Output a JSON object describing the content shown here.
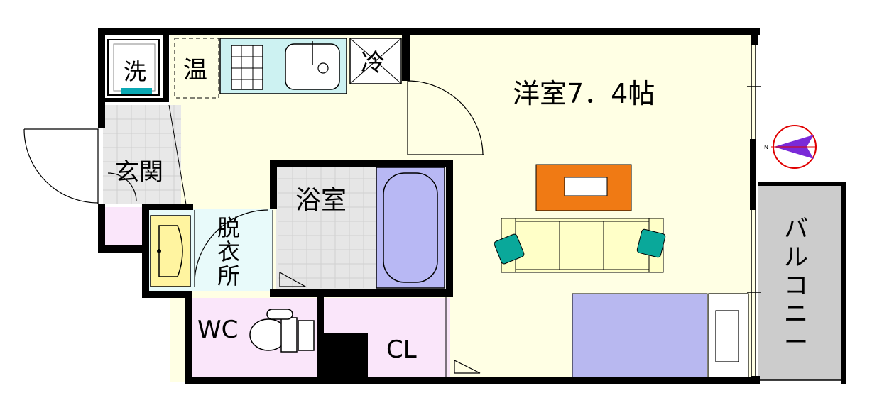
{
  "rooms": {
    "western_room": "洋室7．4帖",
    "bathroom": "浴室",
    "dressing_room": [
      "脱",
      "衣",
      "所"
    ],
    "entrance": "玄関",
    "toilet": "WC",
    "closet": "CL",
    "balcony": [
      "バ",
      "ル",
      "コ",
      "ニ",
      "ー"
    ]
  },
  "fixtures": {
    "washer": "洗",
    "water_heater": "温",
    "refrigerator": "冷"
  },
  "compass": {
    "north_letter": "N"
  },
  "colors": {
    "wall": "#000000",
    "room_floor": "#ffffe4",
    "wet_area_tile": "#e6e6e6",
    "tub": "#b8b8f4",
    "toilet_closet_floor": "#fae6fa",
    "dressing_room_floor": "#e8fafa",
    "counter": "#cdf2f2",
    "balcony_floor": "#cccccc",
    "bed": "#b8b8f0",
    "sofa": "#ffffc8",
    "cushion": "#0aa89a",
    "table": "#f07a14",
    "compass_needle": "#7a2ad8",
    "compass_ring": "#e00000",
    "sink": "#fff4a0"
  }
}
